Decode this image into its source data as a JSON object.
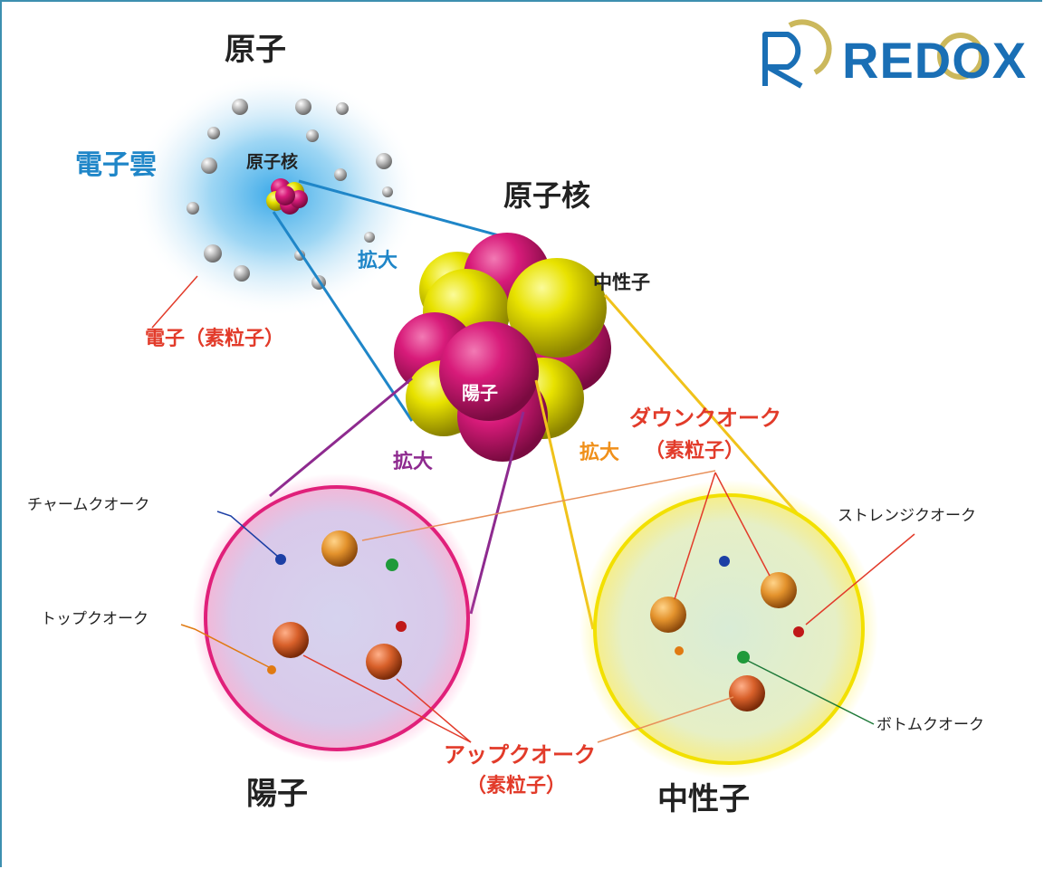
{
  "logo": {
    "text": "REDOX",
    "brand_color": "#1a6fb5",
    "accent_color": "#cbb85c",
    "icon": "redox-r-icon"
  },
  "atom": {
    "title": "原子",
    "cloud_label": "電子雲",
    "nucleus_small_label": "原子核",
    "electron_label": "電子（素粒子）"
  },
  "nucleus": {
    "title": "原子核",
    "zoom_label_atom": "拡大",
    "neutron_label": "中性子",
    "proton_label": "陽子",
    "zoom_label_proton": "拡大",
    "zoom_label_neutron": "拡大"
  },
  "quarks": {
    "down": "ダウンクオーク",
    "down_sub": "（素粒子）",
    "charm": "チャームクオーク",
    "top": "トップクオーク",
    "strange": "ストレンジクオーク",
    "bottom": "ボトムクオーク",
    "up": "アップクオーク",
    "up_sub": "（素粒子）"
  },
  "particles": {
    "proton": "陽子",
    "neutron": "中性子"
  },
  "colors": {
    "proton": "#c8106f",
    "neutron": "#e8d800",
    "electron_cloud": "#39a8e0",
    "label_red": "#e23b2a",
    "label_blue": "#1f86c8",
    "label_purple": "#8e2a8f",
    "label_orange": "#f0901a"
  }
}
